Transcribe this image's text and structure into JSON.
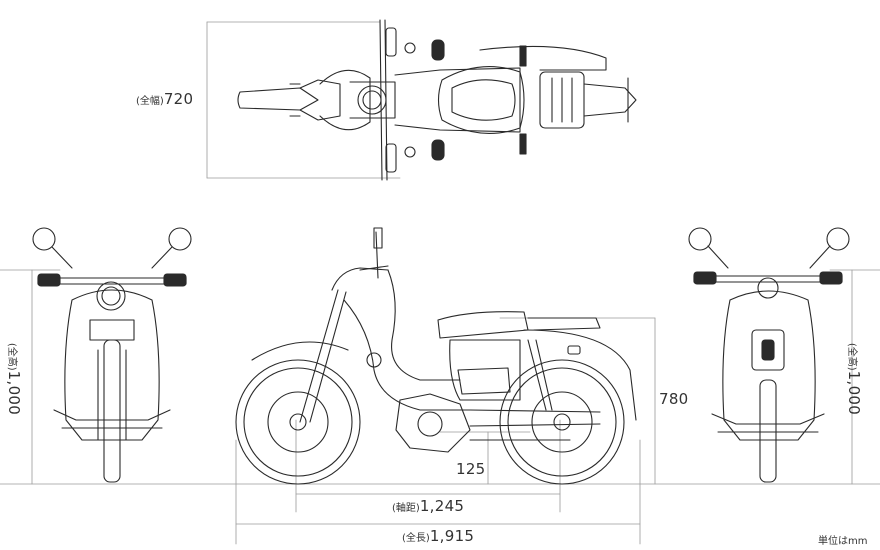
{
  "dimensions": {
    "width": {
      "prefix": "(全幅)",
      "value": "720"
    },
    "height_left": {
      "prefix": "(全高)",
      "value": "1,000"
    },
    "height_right": {
      "prefix": "(全高)",
      "value": "1,000"
    },
    "seat_height": {
      "value": "780"
    },
    "ground_clearance": {
      "value": "125"
    },
    "wheelbase": {
      "prefix": "(軸距)",
      "value": "1,245"
    },
    "length": {
      "prefix": "(全長)",
      "value": "1,915"
    }
  },
  "unit_note": "単位はmm",
  "colors": {
    "line": "#2a2a2a",
    "dimline": "#9a9a9a",
    "text": "#333333"
  }
}
